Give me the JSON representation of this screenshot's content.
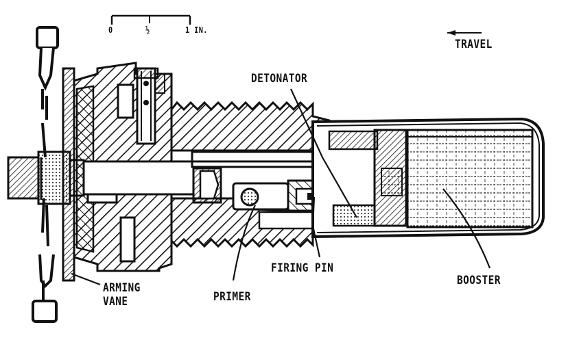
{
  "labels": {
    "detonator": "DETONATOR",
    "travel": "TRAVEL",
    "firing_pin": "FIRING PIN",
    "booster": "BOOSTER",
    "primer": "PRIMER",
    "arming_vane_line1": "ARMING",
    "arming_vane_line2": "VANE"
  },
  "scale_bar": {
    "tick_0": "0",
    "tick_half": "½",
    "tick_1": "1 IN."
  },
  "colors": {
    "ink": "#111111",
    "paper": "#ffffff"
  }
}
